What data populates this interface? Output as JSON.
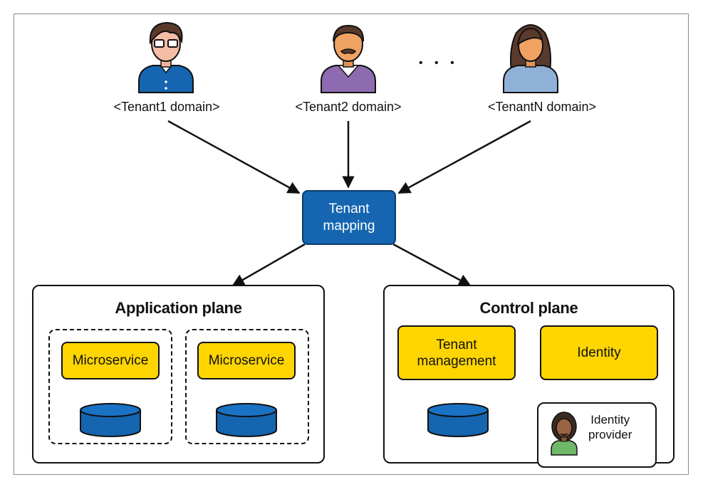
{
  "tenants": [
    {
      "label": "<Tenant1 domain>",
      "icon": "male-glasses-user-icon"
    },
    {
      "label": "<Tenant2 domain>",
      "icon": "male-mustache-user-icon"
    },
    {
      "label": "<TenantN domain>",
      "icon": "female-user-icon"
    }
  ],
  "ellipsis": "• • •",
  "mapping": {
    "line1": "Tenant",
    "line2": "mapping"
  },
  "application_plane": {
    "title": "Application plane",
    "services": [
      {
        "label": "Microservice"
      },
      {
        "label": "Microservice"
      }
    ]
  },
  "control_plane": {
    "title": "Control plane",
    "tenant_management": {
      "line1": "Tenant",
      "line2": "management"
    },
    "identity": {
      "label": "Identity"
    },
    "identity_provider": {
      "line1": "Identity",
      "line2": "provider",
      "icon": "identity-provider-user-icon"
    }
  },
  "colors": {
    "mapping_fill": "#1565b0",
    "service_fill": "#ffd500",
    "database_fill": "#1565b0",
    "arrow": "#111111"
  }
}
